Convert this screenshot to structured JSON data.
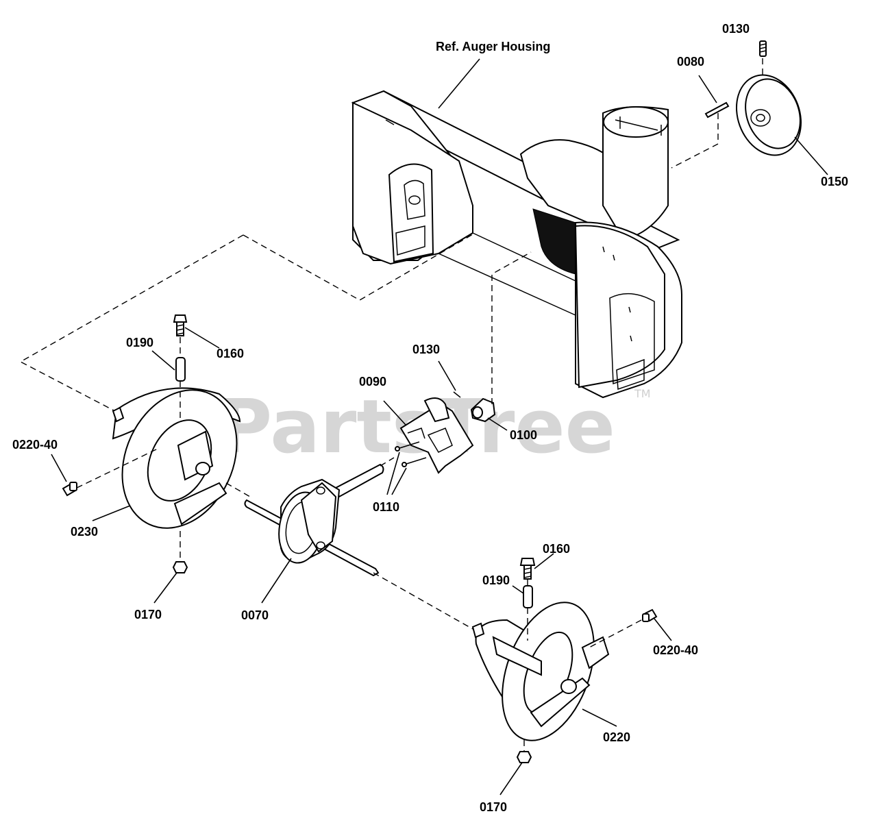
{
  "reference_label": "Ref. Auger Housing",
  "watermark": {
    "text": "PartsTree",
    "trademark": "TM"
  },
  "parts": {
    "p0130_top": "0130",
    "p0080": "0080",
    "p0150": "0150",
    "p0190_left": "0190",
    "p0160_left": "0160",
    "p0130_mid": "0130",
    "p0090": "0090",
    "p0100": "0100",
    "p0220_40_left": "0220-40",
    "p0110": "0110",
    "p0230": "0230",
    "p0160_right": "0160",
    "p0190_right": "0190",
    "p0170_left": "0170",
    "p0070": "0070",
    "p0220_40_right": "0220-40",
    "p0220": "0220",
    "p0170_bottom": "0170"
  }
}
